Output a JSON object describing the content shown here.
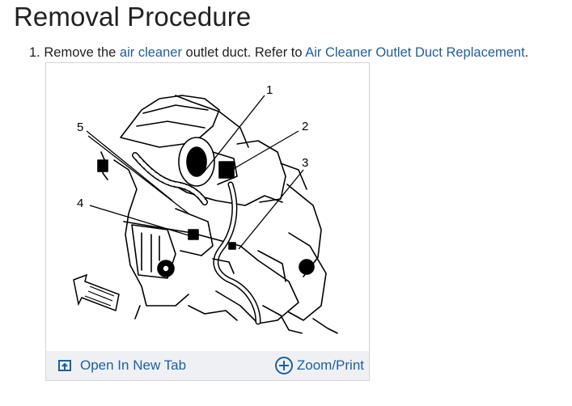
{
  "heading": "Removal Procedure",
  "steps": [
    {
      "number": "1.",
      "pre": "Remove the ",
      "link1": "air cleaner",
      "mid": " outlet duct. Refer to ",
      "link2": "Air Cleaner Outlet Duct Replacement",
      "post": "."
    }
  ],
  "figure": {
    "callouts": [
      "1",
      "2",
      "3",
      "4",
      "5"
    ],
    "open_tab_label": "Open In New Tab",
    "open_tab_icon": "open-in-new-tab-icon",
    "zoom_label": "Zoom/Print",
    "zoom_icon": "zoom-plus-icon"
  }
}
